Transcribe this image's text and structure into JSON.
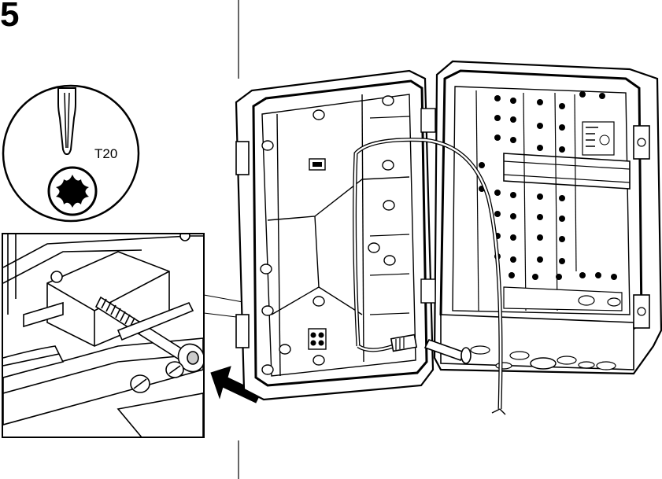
{
  "step": {
    "number": "5"
  },
  "tool": {
    "label": "T20",
    "type": "torx-screwdriver"
  },
  "icons": {
    "screwdriver": "torx-bit-icon",
    "torx": "torx-head-icon",
    "arrow": "direction-arrow-icon"
  },
  "colors": {
    "line": "#000000",
    "background": "#ffffff",
    "highlight": "#e6e6e6"
  }
}
